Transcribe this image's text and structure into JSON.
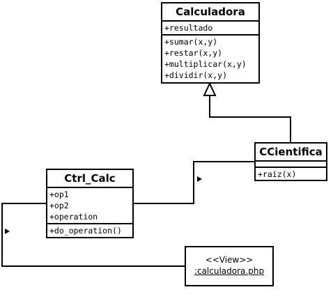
{
  "classes": {
    "calculadora": {
      "name": "Calculadora",
      "attributes": [
        "+resultado"
      ],
      "operations": [
        "+sumar(x,y)",
        "+restar(x,y)",
        "+multiplicar(x,y)",
        "+dividir(x,y)"
      ]
    },
    "ccientifica": {
      "name": "CCientifica",
      "attributes": [],
      "operations": [
        "+raiz(x)"
      ]
    },
    "ctrl_calc": {
      "name": "Ctrl_Calc",
      "attributes": [
        "+op1",
        "+op2",
        "+operation"
      ],
      "operations": [
        "+do_operation()"
      ]
    }
  },
  "view": {
    "stereotype": "<<View>>",
    "name": ":calculadora.php"
  }
}
